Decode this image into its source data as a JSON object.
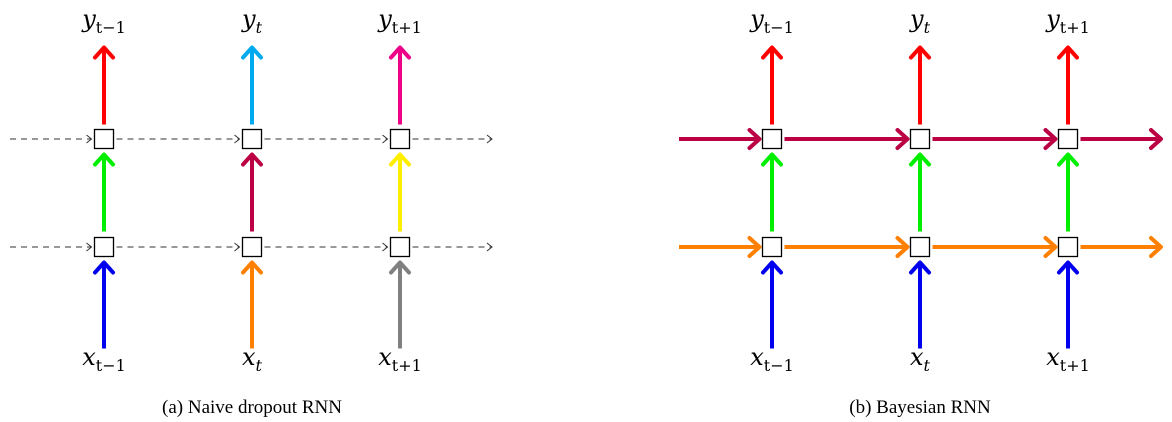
{
  "panels": [
    {
      "caption": "(a) Naive dropout RNN",
      "recurrent_style": "dashed",
      "outputs": [
        {
          "base": "y",
          "sub": "t−1"
        },
        {
          "base": "y",
          "sub": "t"
        },
        {
          "base": "y",
          "sub": "t+1"
        }
      ],
      "inputs": [
        {
          "base": "x",
          "sub": "t−1"
        },
        {
          "base": "x",
          "sub": "t"
        },
        {
          "base": "x",
          "sub": "t+1"
        }
      ],
      "colors": {
        "output_arrows": [
          "#ff0000",
          "#00aaee",
          "#ee0088"
        ],
        "hidden_arrows": [
          "#00ee00",
          "#bb0044",
          "#ffee00"
        ],
        "input_arrows": [
          "#0000ee",
          "#ff8000",
          "#808080"
        ],
        "top_recurrent": "#333333",
        "bottom_recurrent": "#333333"
      }
    },
    {
      "caption": "(b) Bayesian RNN",
      "recurrent_style": "solid",
      "outputs": [
        {
          "base": "y",
          "sub": "t−1"
        },
        {
          "base": "y",
          "sub": "t"
        },
        {
          "base": "y",
          "sub": "t+1"
        }
      ],
      "inputs": [
        {
          "base": "x",
          "sub": "t−1"
        },
        {
          "base": "x",
          "sub": "t"
        },
        {
          "base": "x",
          "sub": "t+1"
        }
      ],
      "colors": {
        "output_arrows": [
          "#ff0000",
          "#ff0000",
          "#ff0000"
        ],
        "hidden_arrows": [
          "#00ee00",
          "#00ee00",
          "#00ee00"
        ],
        "input_arrows": [
          "#0000ee",
          "#0000ee",
          "#0000ee"
        ],
        "top_recurrent": "#bb0044",
        "bottom_recurrent": "#ff8000"
      }
    }
  ]
}
